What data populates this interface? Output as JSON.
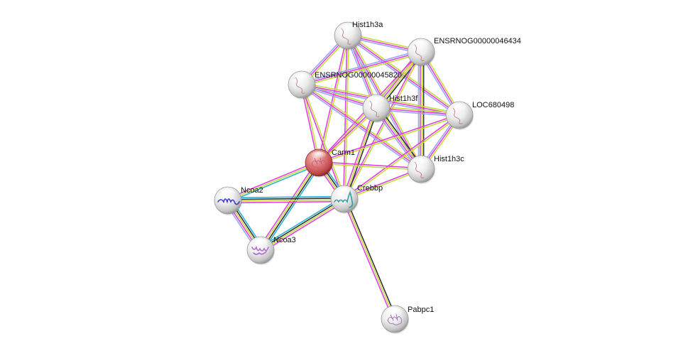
{
  "diagram": {
    "type": "protein-interaction-network",
    "edge_colors": {
      "textmining": "#c6dc3a",
      "experiments": "#e040e0",
      "database": "#2ab3d8",
      "coexpression": "#333333",
      "homology": "#9aa6ff"
    },
    "nodes": [
      {
        "id": "Hist1h3a",
        "label": "Hist1h3a",
        "query": false,
        "structure": "coil",
        "tint": "#c08080"
      },
      {
        "id": "ENSRNOG00000046434",
        "label": "ENSRNOG00000046434",
        "query": false,
        "structure": "coil",
        "tint": "#c08080"
      },
      {
        "id": "ENSRNOG00000045820",
        "label": "ENSRNOG00000045820",
        "query": false,
        "structure": "coil",
        "tint": "#c08080"
      },
      {
        "id": "Hist1h3f",
        "label": "Hist1h3f",
        "query": false,
        "structure": "coil",
        "tint": "#c08080"
      },
      {
        "id": "LOC680498",
        "label": "LOC680498",
        "query": false,
        "structure": "coil",
        "tint": "#c08080"
      },
      {
        "id": "Carm1",
        "label": "Carm1",
        "query": true,
        "structure": "fold",
        "tint": "#d05a7a"
      },
      {
        "id": "Hist1h3c",
        "label": "Hist1h3c",
        "query": false,
        "structure": "coil",
        "tint": "#c08080"
      },
      {
        "id": "Ncoa2",
        "label": "Ncoa2",
        "query": false,
        "structure": "helix-blue",
        "tint": "#3a3ad0"
      },
      {
        "id": "Crebbp",
        "label": "Crebbp",
        "query": false,
        "structure": "helix-rainbow",
        "tint": "#30a0a0"
      },
      {
        "id": "Ncoa3",
        "label": "Ncoa3",
        "query": false,
        "structure": "helix-purple",
        "tint": "#b070d0"
      },
      {
        "id": "Pabpc1",
        "label": "Pabpc1",
        "query": false,
        "structure": "fold-purple",
        "tint": "#a070c0"
      }
    ],
    "edges": [
      {
        "a": "Hist1h3a",
        "b": "ENSRNOG00000046434",
        "types": [
          "experiments",
          "textmining",
          "homology"
        ]
      },
      {
        "a": "Hist1h3a",
        "b": "ENSRNOG00000045820",
        "types": [
          "experiments",
          "textmining",
          "homology"
        ]
      },
      {
        "a": "Hist1h3a",
        "b": "Hist1h3f",
        "types": [
          "experiments",
          "textmining",
          "homology"
        ]
      },
      {
        "a": "Hist1h3a",
        "b": "LOC680498",
        "types": [
          "experiments",
          "textmining",
          "homology"
        ]
      },
      {
        "a": "Hist1h3a",
        "b": "Hist1h3c",
        "types": [
          "experiments",
          "textmining",
          "homology"
        ]
      },
      {
        "a": "Hist1h3a",
        "b": "Carm1",
        "types": [
          "experiments",
          "textmining"
        ]
      },
      {
        "a": "Hist1h3a",
        "b": "Crebbp",
        "types": [
          "experiments",
          "textmining"
        ]
      },
      {
        "a": "ENSRNOG00000046434",
        "b": "ENSRNOG00000045820",
        "types": [
          "experiments",
          "textmining",
          "homology"
        ]
      },
      {
        "a": "ENSRNOG00000046434",
        "b": "Hist1h3f",
        "types": [
          "experiments",
          "textmining",
          "homology",
          "coexpression"
        ]
      },
      {
        "a": "ENSRNOG00000046434",
        "b": "LOC680498",
        "types": [
          "experiments",
          "textmining",
          "homology"
        ]
      },
      {
        "a": "ENSRNOG00000046434",
        "b": "Hist1h3c",
        "types": [
          "experiments",
          "textmining",
          "homology",
          "coexpression"
        ]
      },
      {
        "a": "ENSRNOG00000046434",
        "b": "Carm1",
        "types": [
          "experiments",
          "textmining"
        ]
      },
      {
        "a": "ENSRNOG00000046434",
        "b": "Crebbp",
        "types": [
          "experiments",
          "textmining"
        ]
      },
      {
        "a": "ENSRNOG00000045820",
        "b": "Hist1h3f",
        "types": [
          "experiments",
          "textmining",
          "homology"
        ]
      },
      {
        "a": "ENSRNOG00000045820",
        "b": "LOC680498",
        "types": [
          "experiments",
          "textmining",
          "homology"
        ]
      },
      {
        "a": "ENSRNOG00000045820",
        "b": "Hist1h3c",
        "types": [
          "experiments",
          "textmining",
          "homology"
        ]
      },
      {
        "a": "ENSRNOG00000045820",
        "b": "Carm1",
        "types": [
          "experiments",
          "textmining"
        ]
      },
      {
        "a": "ENSRNOG00000045820",
        "b": "Crebbp",
        "types": [
          "experiments",
          "textmining"
        ]
      },
      {
        "a": "Hist1h3f",
        "b": "LOC680498",
        "types": [
          "experiments",
          "textmining",
          "homology"
        ]
      },
      {
        "a": "Hist1h3f",
        "b": "Hist1h3c",
        "types": [
          "experiments",
          "textmining",
          "homology",
          "coexpression"
        ]
      },
      {
        "a": "Hist1h3f",
        "b": "Carm1",
        "types": [
          "experiments",
          "textmining"
        ]
      },
      {
        "a": "Hist1h3f",
        "b": "Crebbp",
        "types": [
          "experiments",
          "textmining",
          "coexpression"
        ]
      },
      {
        "a": "LOC680498",
        "b": "Hist1h3c",
        "types": [
          "experiments",
          "textmining",
          "homology"
        ]
      },
      {
        "a": "LOC680498",
        "b": "Carm1",
        "types": [
          "experiments",
          "textmining"
        ]
      },
      {
        "a": "LOC680498",
        "b": "Crebbp",
        "types": [
          "experiments",
          "textmining"
        ]
      },
      {
        "a": "Hist1h3c",
        "b": "Carm1",
        "types": [
          "experiments",
          "textmining"
        ]
      },
      {
        "a": "Hist1h3c",
        "b": "Crebbp",
        "types": [
          "experiments",
          "textmining"
        ]
      },
      {
        "a": "Carm1",
        "b": "Crebbp",
        "types": [
          "experiments",
          "textmining",
          "database",
          "coexpression"
        ]
      },
      {
        "a": "Carm1",
        "b": "Ncoa2",
        "types": [
          "experiments",
          "textmining",
          "database"
        ]
      },
      {
        "a": "Carm1",
        "b": "Ncoa3",
        "types": [
          "experiments",
          "textmining",
          "database",
          "coexpression"
        ]
      },
      {
        "a": "Ncoa2",
        "b": "Crebbp",
        "types": [
          "experiments",
          "textmining",
          "database",
          "coexpression"
        ]
      },
      {
        "a": "Ncoa2",
        "b": "Ncoa3",
        "types": [
          "experiments",
          "textmining",
          "homology",
          "database",
          "coexpression"
        ]
      },
      {
        "a": "Ncoa3",
        "b": "Crebbp",
        "types": [
          "experiments",
          "textmining",
          "database",
          "coexpression"
        ]
      },
      {
        "a": "Crebbp",
        "b": "Pabpc1",
        "types": [
          "experiments",
          "textmining",
          "coexpression"
        ]
      }
    ]
  }
}
